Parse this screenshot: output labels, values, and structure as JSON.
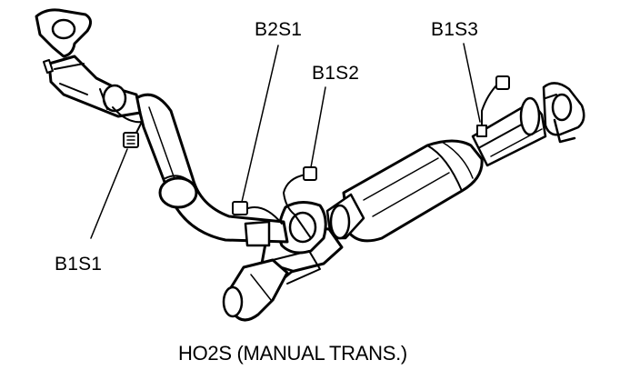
{
  "labels": {
    "b2s1": "B2S1",
    "b1s2": "B1S2",
    "b1s3": "B1S3",
    "b1s1": "B1S1"
  },
  "caption": "HO2S (MANUAL TRANS.)",
  "colors": {
    "line": "#000000",
    "background": "#ffffff"
  }
}
